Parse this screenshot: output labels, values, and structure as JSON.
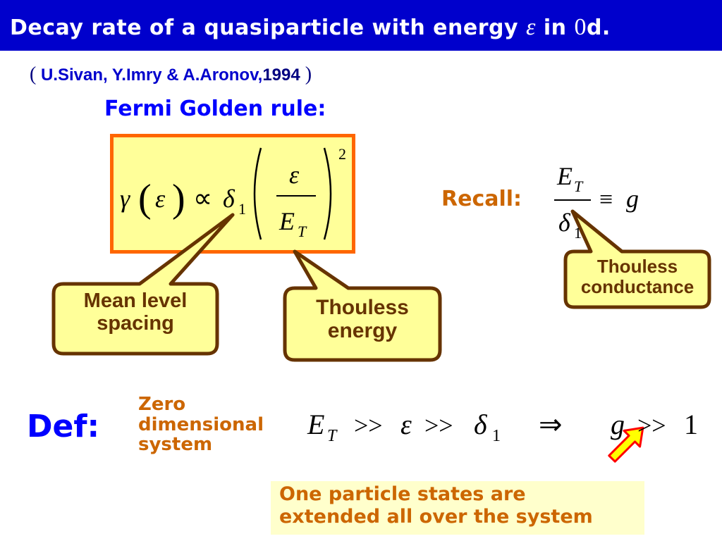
{
  "title": {
    "prefix": "Decay rate of a quasiparticle with energy ",
    "epsilon": "ε",
    "mid": " in ",
    "zero": "0",
    "suffix": "d."
  },
  "citation": {
    "open": "(",
    "authors": " U.Sivan, Y.Imry & A.Aronov,",
    "year": "1994",
    "close": " )"
  },
  "section": "Fermi Golden rule:",
  "formula": {
    "gamma": "γ",
    "lparen": "(",
    "eps": "ε",
    "rparen": ")",
    "propto": "∝",
    "delta": "δ",
    "sub1": "1",
    "num": "ε",
    "den_E": "E",
    "den_T": "T",
    "power": "2"
  },
  "recall": {
    "label": "Recall:",
    "num_E": "E",
    "num_T": "T",
    "den_delta": "δ",
    "den_1": "1",
    "equiv": "≡",
    "g": "g"
  },
  "callouts": {
    "mean_level": [
      "Mean level",
      "spacing"
    ],
    "thouless_energy": [
      "Thouless",
      "energy"
    ],
    "thouless_conductance": [
      "Thouless",
      "conductance"
    ]
  },
  "definition": {
    "label": "Def:",
    "zero_dim": [
      "Zero",
      "dimensional",
      "system"
    ],
    "E": "E",
    "T": "T",
    "gg1": ">>",
    "eps": "ε",
    "gg2": ">>",
    "delta": "δ",
    "sub1": "1",
    "implies": "⇒",
    "g": "g",
    "gg3": ">>",
    "one": "1"
  },
  "note": [
    "One particle states are",
    "extended all over the system"
  ],
  "colors": {
    "title_bar": "#0000cc",
    "formula_fill": "#ffff99",
    "formula_border": "#ff6600",
    "callout_fill": "#ffff99",
    "callout_border": "#663300",
    "arrow_fill": "#ffff00",
    "arrow_stroke": "#ff0000"
  }
}
